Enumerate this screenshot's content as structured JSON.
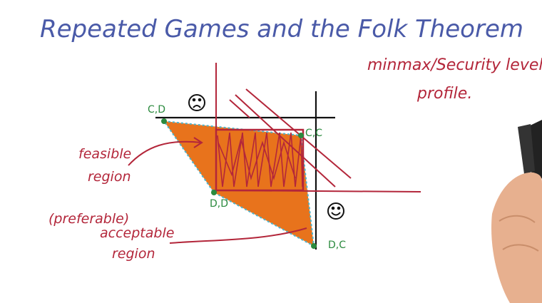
{
  "title": "Repeated Games and the Folk Theorem",
  "notes": {
    "minmax_line1": "minmax/Security level",
    "minmax_line2": "profile."
  },
  "labels": {
    "feasible_line1": "feasible",
    "feasible_line2": "region",
    "preferable": "(preferable)",
    "acceptable_line1": "acceptable",
    "acceptable_line2": "region"
  },
  "points": {
    "cd": "C,D",
    "cc": "C,C",
    "dd": "D,D",
    "dc": "D,C"
  },
  "colors": {
    "title": "#4a5aa8",
    "annotation": "#b3263a",
    "fill": "#e8731c",
    "point": "#2b8a3e",
    "axes": "#111111",
    "edge": "#4fb3c9"
  },
  "icons": {
    "sad_face": "frowning-face-icon",
    "happy_face": "smiling-face-icon"
  }
}
